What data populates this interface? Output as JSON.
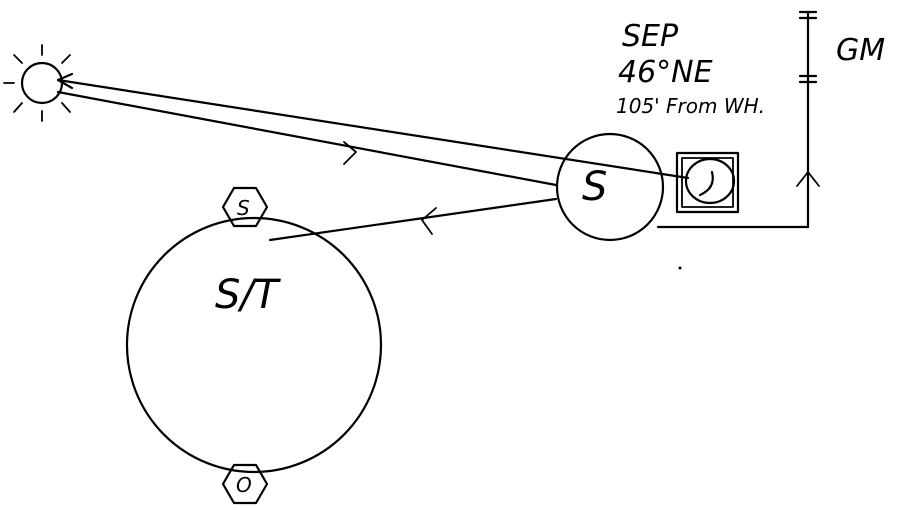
{
  "annotation": {
    "line1": "SEP",
    "line2": "46°NE",
    "line3": "105' From WH."
  },
  "gm_label": "GM",
  "large_circle_label": "S/T",
  "small_circle_label": "S",
  "hex_top_label": "S",
  "hex_bottom_label": "O"
}
